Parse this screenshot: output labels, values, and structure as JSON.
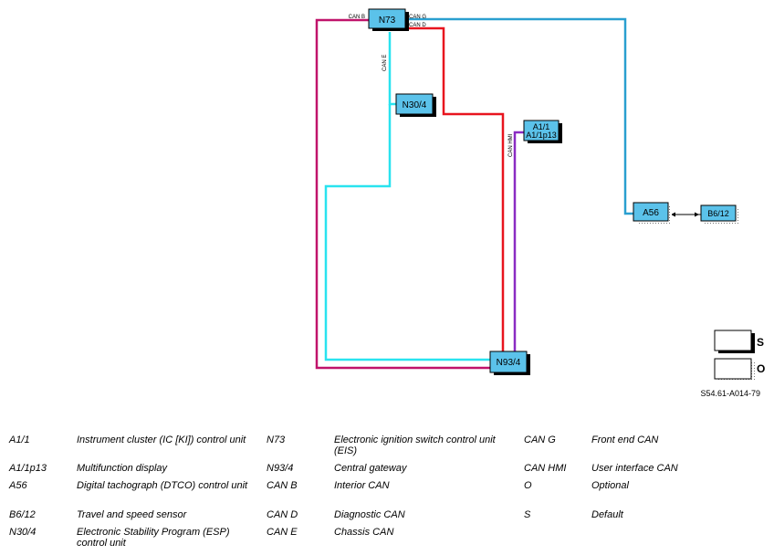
{
  "diagram": {
    "components": {
      "n73": "N73",
      "n30_4": "N30/4",
      "a1_1": "A1/1",
      "a1_1p13": "A1/1p13",
      "n93_4": "N93/4",
      "a56": "A56",
      "b6_12": "B6/12"
    },
    "bus_labels": {
      "can_b": "CAN B",
      "can_g": "CAN G",
      "can_d": "CAN D",
      "can_e": "CAN E",
      "can_hmi": "CAN HMI"
    },
    "key": {
      "s": "S",
      "o": "O"
    },
    "ref_code": "S54.61-A014-79",
    "colors": {
      "can_b": "#c0136b",
      "can_g": "#2a9fd0",
      "can_d": "#e8141e",
      "can_e": "#29e3ef",
      "can_hmi": "#8a2bc2",
      "component_fill": "#5bc2ea",
      "optional_fill": "#ffffff"
    }
  },
  "legend": {
    "rows": [
      [
        "A1/1",
        "Instrument cluster (IC [KI]) control unit",
        "N73",
        "Electronic ignition switch control unit (EIS)",
        "CAN G",
        "Front end CAN"
      ],
      [
        "A1/1p13",
        "Multifunction display",
        "N93/4",
        "Central gateway",
        "CAN HMI",
        "User interface CAN"
      ],
      [
        "A56",
        "Digital tachograph (DTCO) control unit",
        "CAN B",
        "Interior CAN",
        "O",
        "Optional"
      ],
      [
        "B6/12",
        "Travel and speed sensor",
        "CAN D",
        "Diagnostic CAN",
        "S",
        "Default"
      ],
      [
        "N30/4",
        "Electronic Stability Program (ESP) control unit",
        "CAN E",
        "Chassis CAN",
        "",
        ""
      ]
    ]
  }
}
